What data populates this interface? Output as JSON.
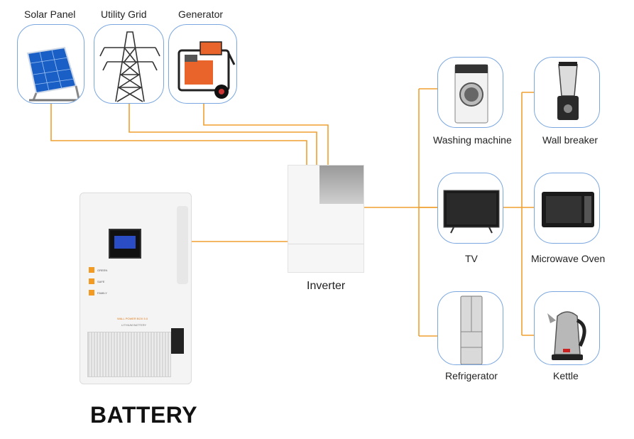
{
  "sources": {
    "solar_label": "Solar Panel",
    "grid_label": "Utility Grid",
    "generator_label": "Generator"
  },
  "inverter": {
    "label": "Inverter"
  },
  "battery": {
    "title": "BATTERY",
    "brand_line": "WALL POWER BOX 5.0",
    "sub_line": "LITHIUM BATTERY",
    "indicators": [
      "GREEN",
      "SAFE",
      "FAMILY"
    ]
  },
  "appliances": {
    "washing_machine": "Washing machine",
    "tv": "TV",
    "refrigerator": "Refrigerator",
    "wall_breaker": "Wall breaker",
    "microwave": "Microwave Oven",
    "kettle": "Kettle"
  },
  "colors": {
    "wire": "#f0a030",
    "node_border": "#7aa7e0",
    "accent_orange": "#f39a22"
  }
}
